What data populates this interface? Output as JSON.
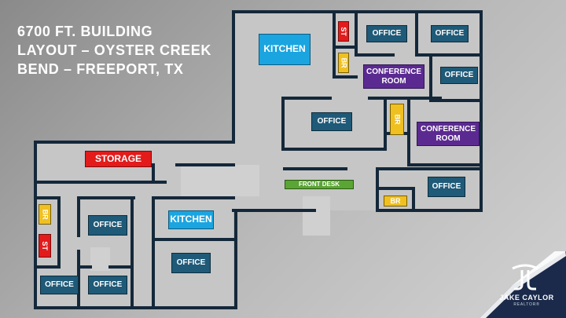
{
  "title": {
    "line1": "6700 FT. BUILDING",
    "line2": "LAYOUT – OYSTER CREEK",
    "line3": "BEND – FREEPORT, TX"
  },
  "rooms": {
    "kitchen_main": "KITCHEN",
    "st_top": "ST",
    "br_top": "BR",
    "office_top1": "OFFICE",
    "office_top2": "OFFICE",
    "conference_top": "CONFERENCE ROOM",
    "office_top3": "OFFICE",
    "office_mid": "OFFICE",
    "br_mid": "BR",
    "conference_right": "CONFERENCE ROOM",
    "storage": "STORAGE",
    "front_desk": "FRONT DESK",
    "office_right": "OFFICE",
    "br_bottom": "BR",
    "br_left": "BR",
    "st_left": "ST",
    "office_left1": "OFFICE",
    "kitchen_left": "KITCHEN",
    "office_left2": "OFFICE",
    "office_bottom1": "OFFICE",
    "office_bottom2": "OFFICE"
  },
  "brand": {
    "name": "JAKE CAYLOR",
    "sub": "REALTOR®"
  },
  "colors": {
    "wall": "#14283a",
    "office": "#1f5a78",
    "kitchen": "#1aa5e0",
    "conference": "#5b2a91",
    "storage": "#e31b1b",
    "bathroom": "#f0c020",
    "front_desk": "#5aa533",
    "brand_navy": "#1b2a4a"
  }
}
